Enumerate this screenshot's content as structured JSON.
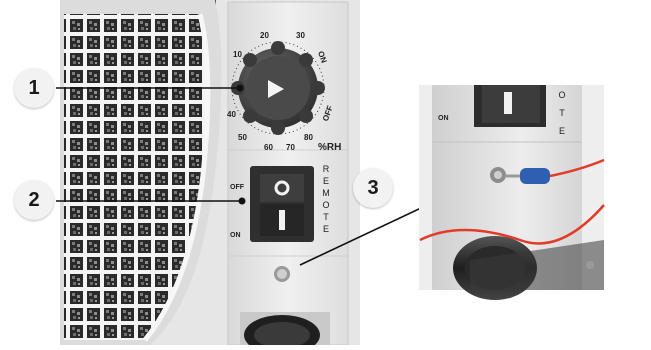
{
  "callouts": {
    "one": "1",
    "two": "2",
    "three": "3"
  },
  "dial": {
    "ticks": [
      "10",
      "20",
      "30",
      "40",
      "50",
      "60",
      "70",
      "80"
    ],
    "on_label": "ON",
    "off_label": "OFF",
    "unit_label": "%RH"
  },
  "rocker": {
    "off_label": "OFF",
    "on_label": "ON",
    "remote_letters": [
      "R",
      "E",
      "M",
      "O",
      "T",
      "E"
    ]
  },
  "inset": {
    "on_label": "ON",
    "remote_letters": [
      "O",
      "T",
      "E"
    ]
  },
  "colors": {
    "panel": "#e9e9e9",
    "dial": "#4a4a4a",
    "wire": "#e33b2a",
    "connector": "#2f5fb0",
    "callout_bg": "#f2f2f2"
  }
}
